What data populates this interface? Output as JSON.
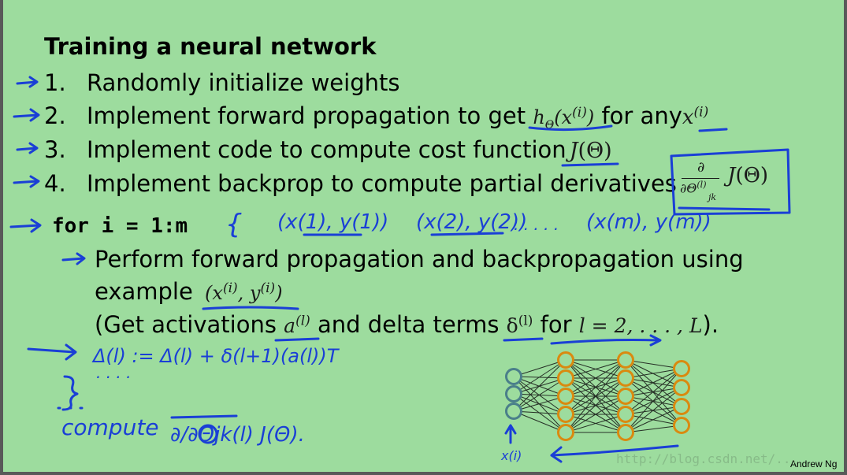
{
  "slide": {
    "title": "Training a neural network",
    "steps": [
      {
        "number": "1.",
        "text": "Randomly initialize weights"
      },
      {
        "number": "2.",
        "text": "Implement forward propagation to get",
        "math": "hΘ(x(i))",
        "suffix": "for any",
        "math2": "x(i)"
      },
      {
        "number": "3.",
        "text": "Implement code to compute cost function",
        "math": "J(Θ)"
      },
      {
        "number": "4.",
        "text": "Implement backprop to compute partial derivatives",
        "math": "∂/∂Θjk(l) J(Θ)"
      }
    ],
    "loop_code": "for i = 1:m",
    "loop_body": {
      "line1": "Perform forward propagation and backpropagation using",
      "line2_prefix": "example",
      "line2_math": "(x(i), y(i))",
      "line3_open": "(Get activations",
      "line3_a": "a(l)",
      "line3_mid": "and delta terms",
      "line3_delta": "δ(l)",
      "line3_for": "for",
      "line3_range": "l = 2, . . . , L",
      "line3_close": ")."
    },
    "author": "Andrew Ng",
    "watermark": "http://blog.csdn.net/..."
  },
  "handwriting": {
    "loop_open_brace": "{",
    "pairs": [
      "(x(1), y(1))",
      "(x(2), y(2))",
      ". . . . .",
      "(x(m), y(m))"
    ],
    "accumulate": "Δ(l) := Δ(l) + δ(l+1)(a(l))T",
    "dots": ". . . .",
    "close_brace": "}",
    "compute": "compute",
    "compute_expr": "∂/∂Θjk(l) J(Θ).",
    "input_label": "x(i)"
  },
  "colors": {
    "slide_bg": "#9ddc9e",
    "ink": "#1a3fd6",
    "node_input": "#4a7f8a",
    "node_hidden": "#d98a10"
  }
}
